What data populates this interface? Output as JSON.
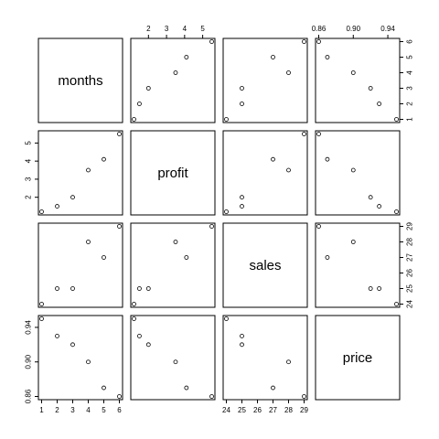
{
  "chart_data": {
    "type": "scatter",
    "title": "",
    "grid": false,
    "variables": [
      "months",
      "profit",
      "sales",
      "price"
    ],
    "observations": {
      "months": [
        1,
        2,
        3,
        4,
        5,
        6
      ],
      "profit": [
        1.2,
        1.5,
        2.0,
        3.5,
        4.1,
        5.5
      ],
      "sales": [
        24,
        25,
        25,
        28,
        27,
        29
      ],
      "price": [
        0.95,
        0.93,
        0.92,
        0.9,
        0.87,
        0.86
      ]
    },
    "ranges": {
      "months": [
        1,
        6
      ],
      "profit": [
        1.2,
        5.5
      ],
      "sales": [
        24,
        29
      ],
      "price": [
        0.86,
        0.95
      ]
    },
    "ticks": {
      "months": [
        1,
        2,
        3,
        4,
        5,
        6
      ],
      "profit": [
        2,
        3,
        4,
        5
      ],
      "sales": [
        24,
        25,
        26,
        27,
        28,
        29
      ],
      "price": [
        0.86,
        0.9,
        0.94
      ]
    },
    "tick_labels": {
      "months": [
        "1",
        "2",
        "3",
        "4",
        "5",
        "6"
      ],
      "profit": [
        "2",
        "3",
        "4",
        "5"
      ],
      "sales": [
        "24",
        "25",
        "26",
        "27",
        "28",
        "29"
      ],
      "price": [
        "0.86",
        "0.90",
        "0.94"
      ]
    }
  }
}
